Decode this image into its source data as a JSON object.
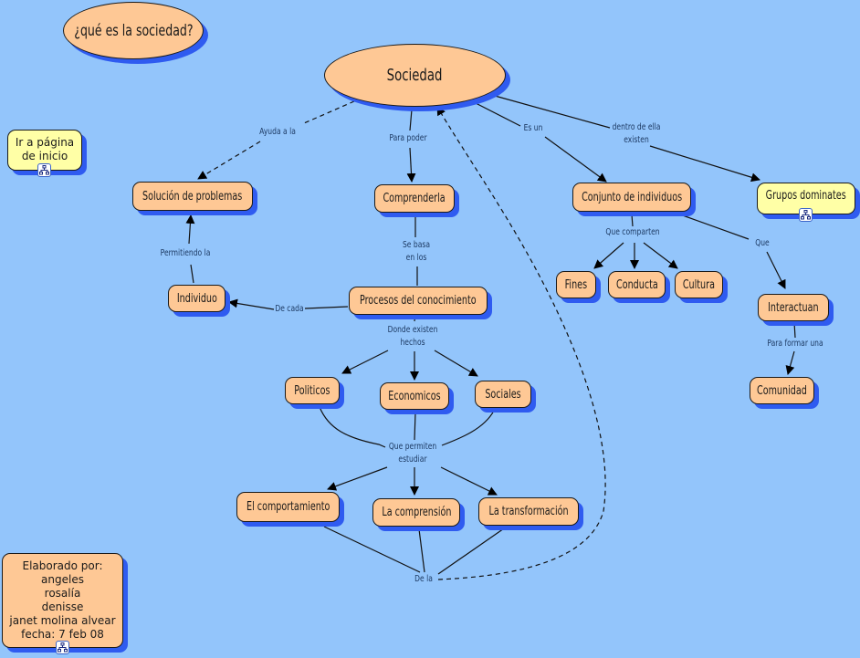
{
  "title": "¿qué es la sociedad?",
  "nodes": {
    "sociedad": "Sociedad",
    "solucion": "Solución de problemas",
    "comprenderla": "Comprenderla",
    "conjunto": "Conjunto de individuos",
    "grupos": "Grupos dominates",
    "individuo": "Individuo",
    "procesos": "Procesos del conocimiento",
    "fines": "Fines",
    "conducta": "Conducta",
    "cultura": "Cultura",
    "interactuan": "Interactuan",
    "comunidad": "Comunidad",
    "politicos": "Politicos",
    "economicos": "Economicos",
    "sociales": "Sociales",
    "comportamiento": "El comportamiento",
    "comprension": "La comprensión",
    "transformacion": "La transformación"
  },
  "linking_phrases": {
    "ayuda": "Ayuda a la",
    "para_poder": "Para poder",
    "es_un": "Es un",
    "dentro_1": "dentro de ella",
    "dentro_2": "existen",
    "permitiendo": "Permitiendo  la",
    "se_basa_1": "Se basa",
    "se_basa_2": "en los",
    "que_comparten": "Que comparten",
    "que": "Que",
    "de_cada": "De cada",
    "donde_1": "Donde existen",
    "donde_2": "hechos",
    "para_formar": "Para formar una",
    "permiten_1": "Que permiten",
    "permiten_2": "estudiar",
    "de_la": "De la"
  },
  "notes": {
    "home": [
      "Ir a página",
      "de inicio"
    ],
    "credits": [
      "Elaborado por:",
      "angeles",
      "rosalía",
      "denisse",
      "janet molina alvear",
      "fecha: 7 feb 08"
    ]
  },
  "colors": {
    "background": "#93c5fb",
    "concept": "#fec895",
    "note": "#ffffa6",
    "shadow": "#2f5bf0"
  }
}
